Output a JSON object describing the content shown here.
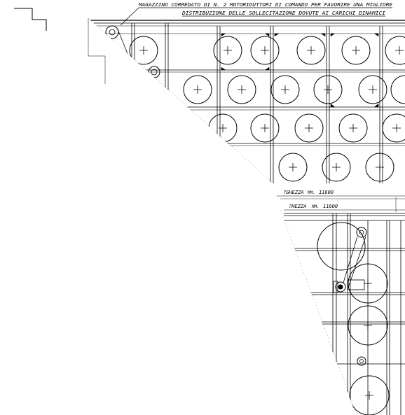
{
  "note": {
    "line1": "MAGAZZINO CORREDATO DI N. 2 MOTORIDUTTORI DI COMANDO PER FAVORIRE UNA MIGLIORE",
    "line2": "DISTRIBUZIONE DELLE SOLLECITAZIONE DOVUTE AI CARICHI DINAMICI"
  },
  "dimensions": [
    {
      "label": "?GHEZZA",
      "unit": "MM.",
      "value": "11600"
    },
    {
      "label": "?HEZZA",
      "unit": "MM.",
      "value": "11600"
    }
  ]
}
